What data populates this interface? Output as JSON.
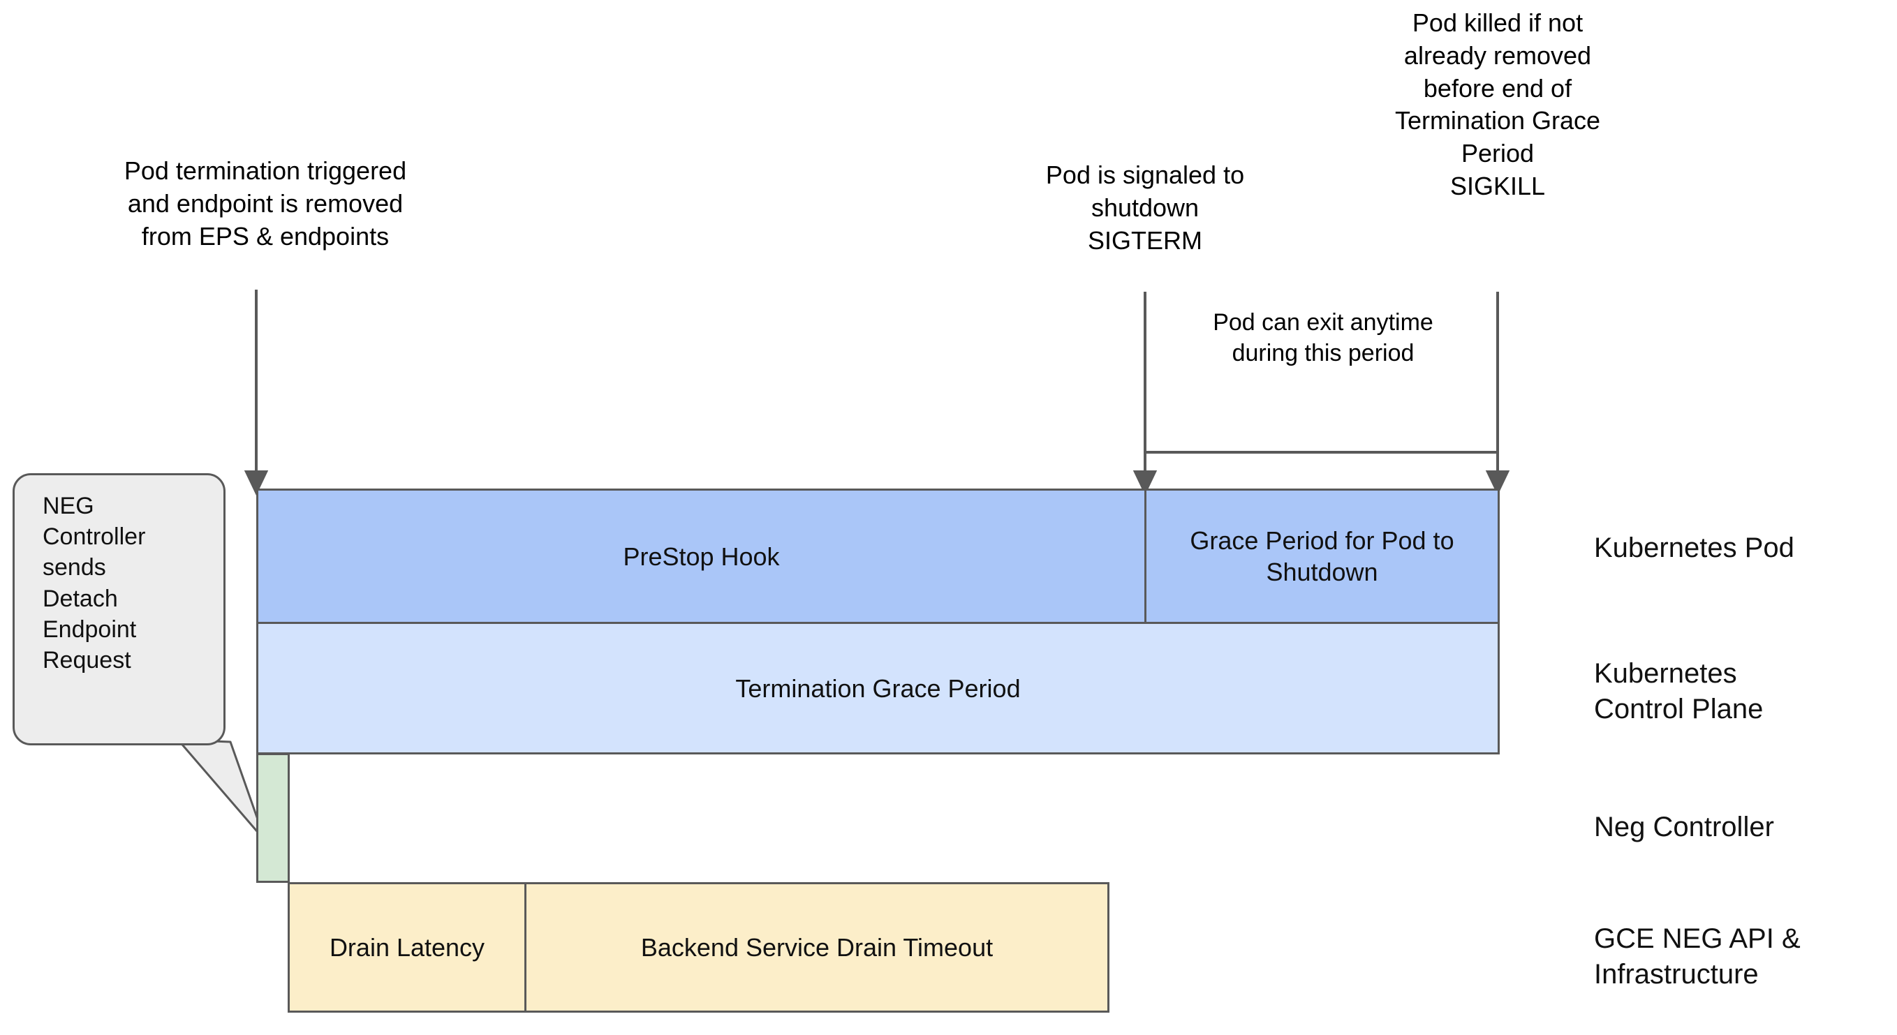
{
  "diagram": {
    "title_none": "",
    "annotations": [
      {
        "id": "pod-termination-triggered",
        "text": "Pod termination triggered\nand endpoint is removed\nfrom EPS & endpoints"
      },
      {
        "id": "pod-signaled-shutdown",
        "text": "Pod is signaled to\nshutdown\nSIGTERM"
      },
      {
        "id": "pod-killed-sigkill",
        "text": "Pod killed if not\nalready removed\nbefore end of\nTermination Grace\nPeriod\nSIGKILL"
      },
      {
        "id": "pod-can-exit-anytime",
        "text": "Pod can exit anytime\nduring this period"
      }
    ],
    "callout": {
      "id": "neg-controller-detach",
      "text": "NEG\nController\nsends\nDetach\nEndpoint\nRequest"
    },
    "bars": [
      {
        "id": "prestop-hook",
        "label": "PreStop Hook",
        "color": "#aac6f8"
      },
      {
        "id": "grace-period-shutdown",
        "label": "Grace Period for\nPod to Shutdown",
        "color": "#aac6f8"
      },
      {
        "id": "termination-grace-period",
        "label": "Termination Grace Period",
        "color": "#d3e3fd"
      },
      {
        "id": "neg-controller-bar",
        "label": "",
        "color": "#d4e8d4"
      },
      {
        "id": "drain-latency",
        "label": "Drain\nLatency",
        "color": "#fceec9"
      },
      {
        "id": "backend-service-drain-timeout",
        "label": "Backend Service Drain Timeout",
        "color": "#fceec9"
      }
    ],
    "legend": [
      {
        "id": "lane-kubernetes-pod",
        "label": "Kubernetes Pod"
      },
      {
        "id": "lane-kubernetes-control-plane",
        "label": "Kubernetes\nControl Plane"
      },
      {
        "id": "lane-neg-controller",
        "label": "Neg Controller"
      },
      {
        "id": "lane-gce-neg-api",
        "label": "GCE NEG API &\nInfrastructure"
      }
    ],
    "colors": {
      "stroke": "#595959",
      "pod_blue": "#aac6f8",
      "control_plane_blue": "#d3e3fd",
      "neg_green": "#d4e8d4",
      "gce_yellow": "#fceec9",
      "callout_gray": "#ededed",
      "text": "#000000",
      "background": "#ffffff"
    }
  }
}
